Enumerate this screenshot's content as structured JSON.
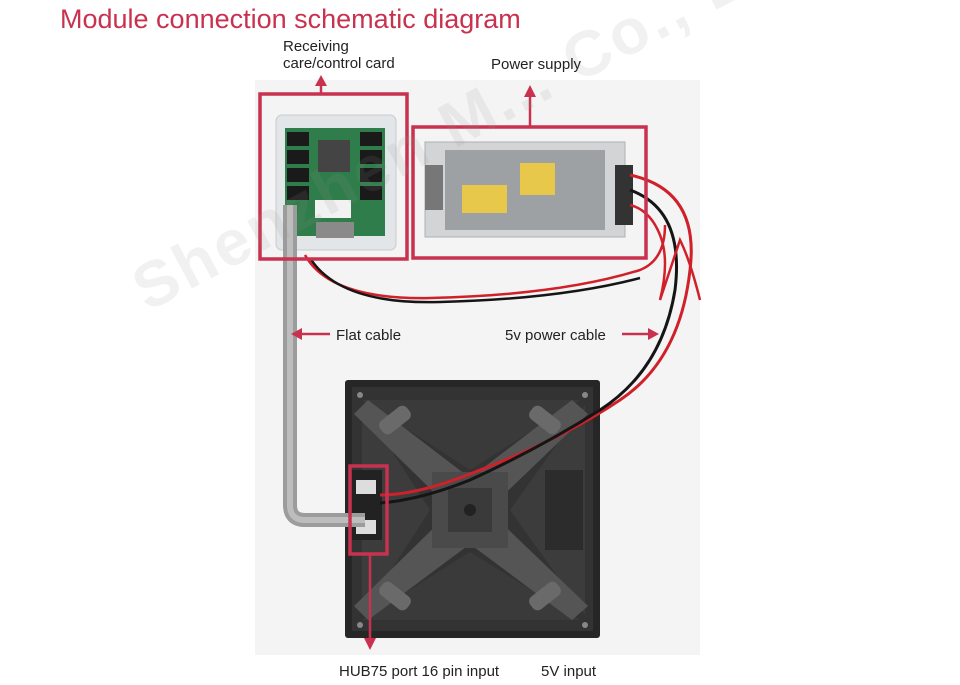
{
  "title": "Module connection schematic diagram",
  "labels": {
    "card_line1": "Receiving",
    "card_line2": "care/control card",
    "power_supply": "Power supply",
    "flat_cable": "Flat cable",
    "power_cable": "5v power cable",
    "hub75": "HUB75 port 16 pin input",
    "input_5v": "5V input"
  },
  "watermark": "Shenzhen M... Co., Ltd.",
  "colors": {
    "accent": "#c8324f",
    "cable_red": "#d0202a",
    "cable_black": "#151515",
    "board_green": "#2f7d4a",
    "module_dark": "#2a2a2a"
  }
}
